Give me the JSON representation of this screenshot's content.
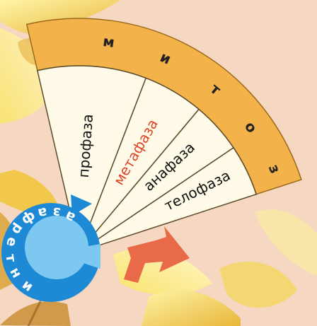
{
  "title_letters": [
    "м",
    "и",
    "т",
    "о",
    "з"
  ],
  "phases": [
    {
      "label": "профаза",
      "color": "#111111"
    },
    {
      "label": "метафаза",
      "color": "#e0452a"
    },
    {
      "label": "анафаза",
      "color": "#111111"
    },
    {
      "label": "телофаза",
      "color": "#111111"
    }
  ],
  "interphase_letters": [
    "и",
    "н",
    "т",
    "е",
    "р",
    "ф",
    "а",
    "з",
    "а"
  ],
  "colors": {
    "background": "#f6d7c1",
    "mitosis_band": "#f3b24a",
    "sector_fill": "#fffbe8",
    "interphase_ring": "#1e8ad6",
    "interphase_disc": "#7cc8f0",
    "arrow": "#e86a49"
  }
}
